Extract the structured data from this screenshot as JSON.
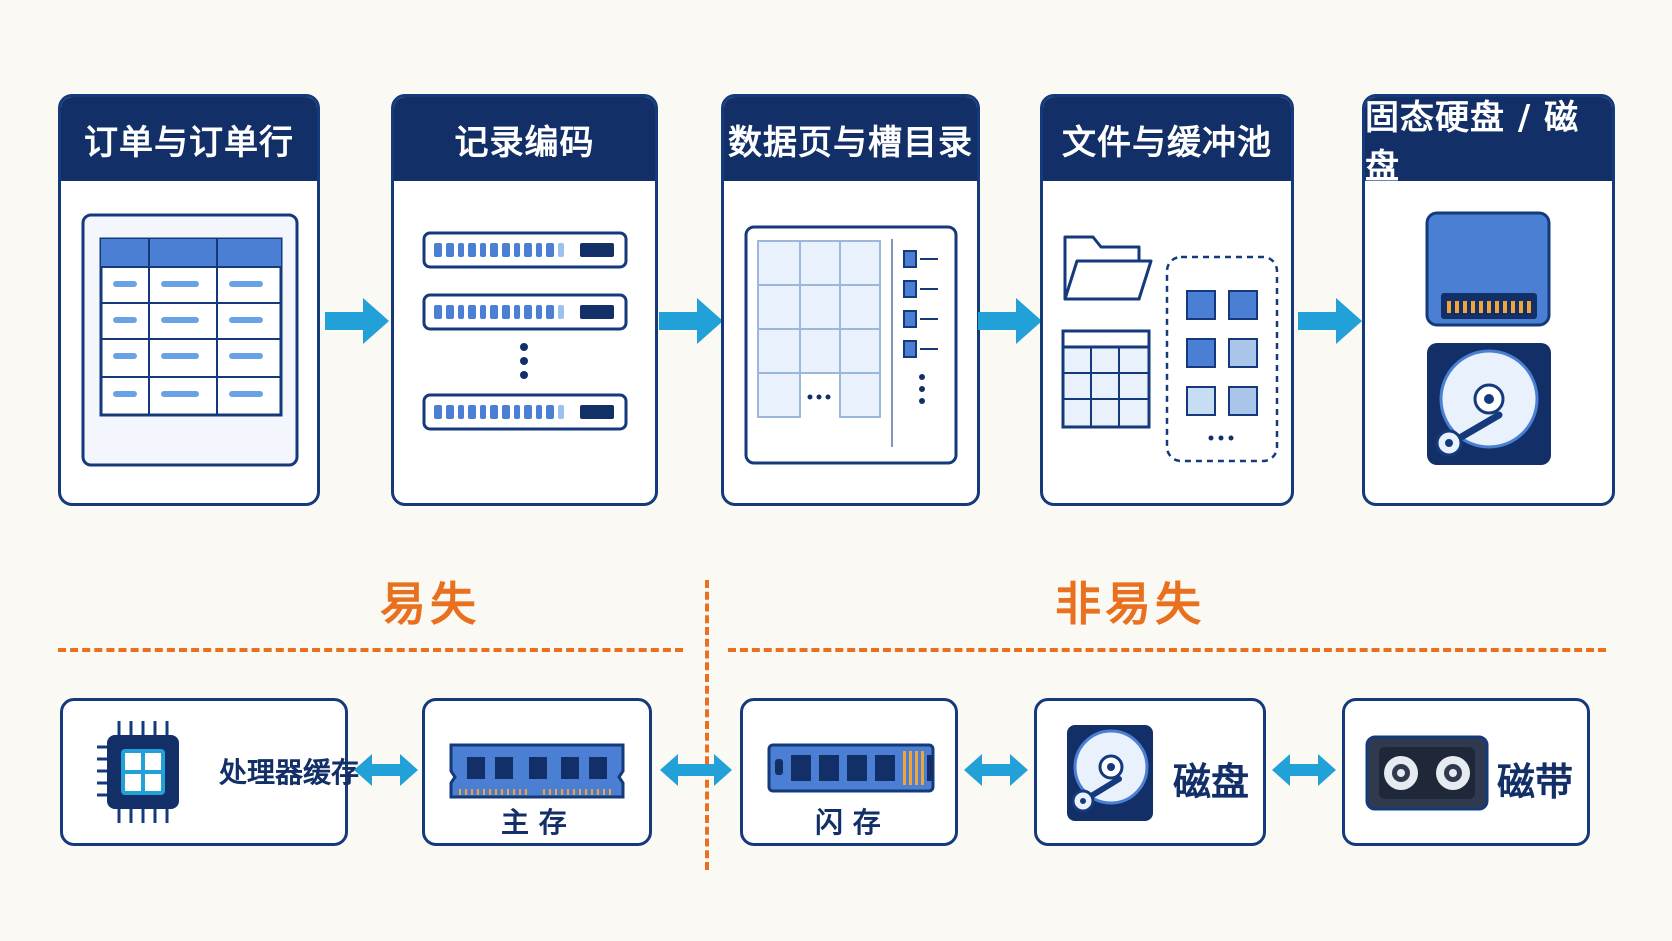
{
  "pipeline": [
    {
      "title": "订单与订单行",
      "icon": "table-icon"
    },
    {
      "title": "记录编码",
      "icon": "encoded-records-icon"
    },
    {
      "title": "数据页与槽目录",
      "icon": "data-page-slot-directory-icon"
    },
    {
      "title": "文件与缓冲池",
      "icon": "file-buffer-pool-icon"
    },
    {
      "title": "固态硬盘 / 磁盘",
      "icon": "ssd-hdd-icon"
    }
  ],
  "volatility": {
    "volatile_label": "易失",
    "nonvolatile_label": "非易失"
  },
  "hierarchy": [
    {
      "label": "处理器缓存",
      "icon": "cpu-chip-icon"
    },
    {
      "label": "主 存",
      "icon": "ram-module-icon"
    },
    {
      "label": "闪 存",
      "icon": "nvme-ssd-icon"
    },
    {
      "label": "磁盘",
      "icon": "hard-disk-icon"
    },
    {
      "label": "磁带",
      "icon": "tape-cassette-icon"
    }
  ],
  "colors": {
    "header_navy": "#132f68",
    "border_navy": "#143a7c",
    "arrow_blue": "#22a0d8",
    "accent_orange": "#e8701e",
    "fill_blue": "#4a7fd4"
  }
}
